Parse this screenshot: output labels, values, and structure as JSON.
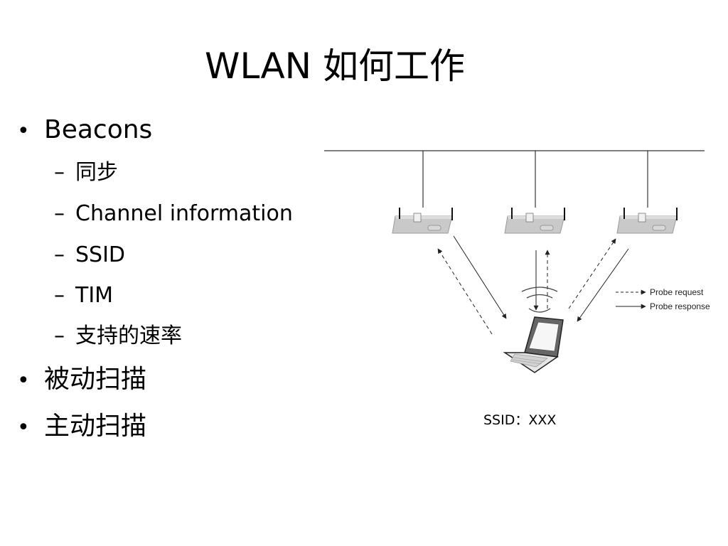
{
  "slide": {
    "title": "WLAN 如何工作",
    "bullet_char": "•",
    "dash_char": "–",
    "bullets": [
      {
        "label": "Beacons",
        "sub": [
          "同步",
          "Channel information",
          "SSID",
          "TIM",
          "支持的速率"
        ]
      },
      {
        "label": "被动扫描"
      },
      {
        "label": "主动扫描"
      }
    ]
  },
  "diagram": {
    "legend": {
      "probe_request": "Probe request",
      "probe_response": "Probe response"
    },
    "caption": "SSID：XXX"
  }
}
